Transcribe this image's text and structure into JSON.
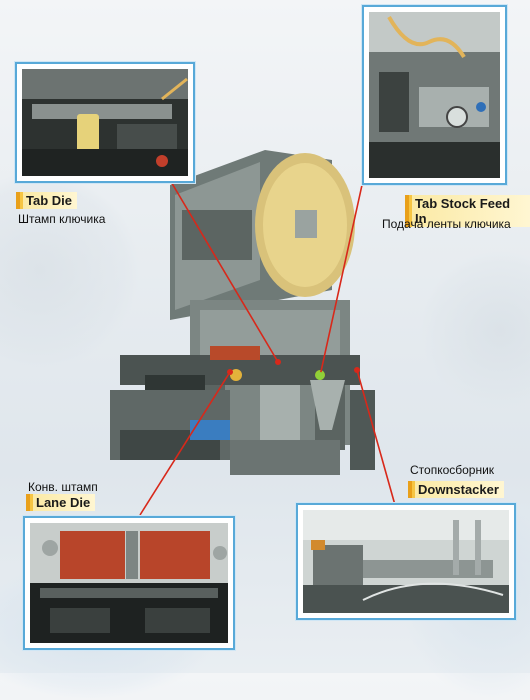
{
  "callouts": {
    "tab_die": {
      "en": "Tab Die",
      "ru": "Штамп ключика"
    },
    "tab_stock_feed": {
      "en": "Tab Stock Feed In",
      "ru": "Подача ленты ключика"
    },
    "lane_die": {
      "en": "Lane Die",
      "ru": "Конв. штамп"
    },
    "downstacker": {
      "en": "Downstacker",
      "ru": "Стопкосборник"
    }
  },
  "colors": {
    "frame_border": "#58a9d8",
    "leader_line": "#d8281a",
    "label_accent": "#f6c543"
  }
}
